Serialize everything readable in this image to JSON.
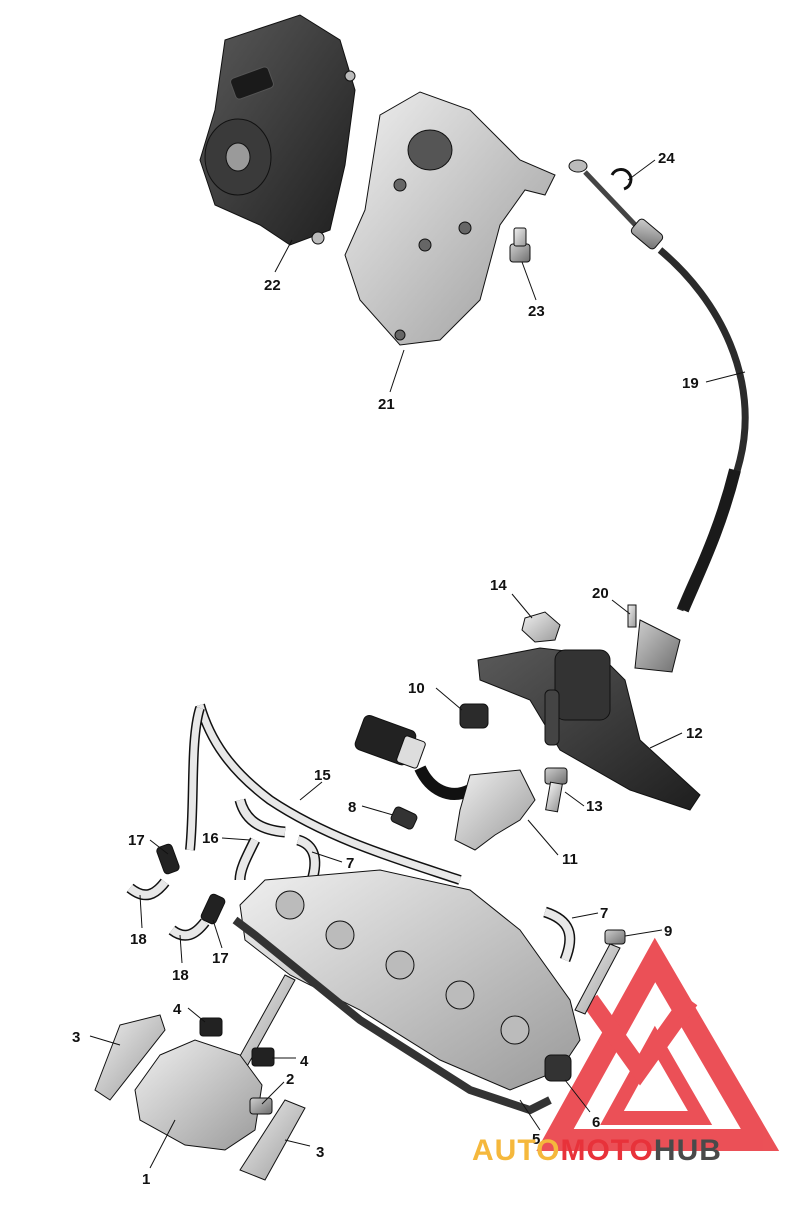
{
  "callouts": [
    {
      "id": "c1",
      "label": "1"
    },
    {
      "id": "c2",
      "label": "2"
    },
    {
      "id": "c3a",
      "label": "3"
    },
    {
      "id": "c3b",
      "label": "3"
    },
    {
      "id": "c4a",
      "label": "4"
    },
    {
      "id": "c4b",
      "label": "4"
    },
    {
      "id": "c5",
      "label": "5"
    },
    {
      "id": "c6",
      "label": "6"
    },
    {
      "id": "c7a",
      "label": "7"
    },
    {
      "id": "c7b",
      "label": "7"
    },
    {
      "id": "c8",
      "label": "8"
    },
    {
      "id": "c9",
      "label": "9"
    },
    {
      "id": "c10",
      "label": "10"
    },
    {
      "id": "c11",
      "label": "11"
    },
    {
      "id": "c12",
      "label": "12"
    },
    {
      "id": "c13",
      "label": "13"
    },
    {
      "id": "c14",
      "label": "14"
    },
    {
      "id": "c15",
      "label": "15"
    },
    {
      "id": "c16",
      "label": "16"
    },
    {
      "id": "c17a",
      "label": "17"
    },
    {
      "id": "c17b",
      "label": "17"
    },
    {
      "id": "c18a",
      "label": "18"
    },
    {
      "id": "c18b",
      "label": "18"
    },
    {
      "id": "c19",
      "label": "19"
    },
    {
      "id": "c20",
      "label": "20"
    },
    {
      "id": "c21",
      "label": "21"
    },
    {
      "id": "c22",
      "label": "22"
    },
    {
      "id": "c23",
      "label": "23"
    },
    {
      "id": "c24",
      "label": "24"
    }
  ],
  "watermark": {
    "part1": "AUTO",
    "part2": "MOTO",
    "part3": "HUB",
    "colors": {
      "auto": "#f5b83c",
      "moto": "#e8323a",
      "hub": "#4a4a4a",
      "logo": "#e8323a"
    }
  },
  "colors": {
    "part_dark": "#2b2b2b",
    "part_mid": "#8d8d8d",
    "part_light": "#d6d6d6",
    "line": "#111111"
  }
}
